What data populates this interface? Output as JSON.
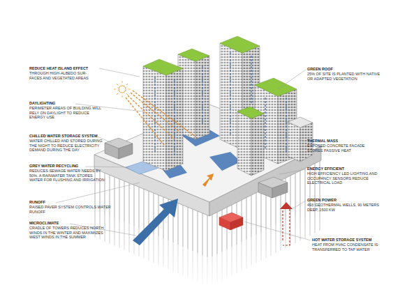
{
  "diagram": {
    "labels": [
      "REDUCE HEAT ISLAND EFFECT",
      "THROUGH HIGH-ALBEDO SUR- FACES AND VEGETATED AREAS",
      "DAYLIGHTING",
      "PERIMETER AREAS OF BUILDING WILL RELY ON DAYLIGHT TO REDUCE ENERGY USE",
      "CHILLED WATER STORAGE SYSTEM",
      "WATER CHILLED AND STORED DURING THE NIGHT TO REDUCE ELECTRICITY DEMAND DURING THE DAY",
      "GREY WATER RECYCLING",
      "REDUCES SEWAGE WATER NEEDS BY 50%. A RAINWATER TANK STORES WATER FOR FLUSHING AND IRRIGATION",
      "RUNOFF",
      "RAISED PAVER SYSTEM CONTROLS WATER RUNOFF",
      "MICROCLIMATE",
      "CRADLE OF TOWERS REDUCES NORTH WINDS IN THE WINTER AND MAXIMIZES WEST WINDS IN THE SUMMER",
      "GREEN ROOF",
      "25% OF SITE IS PLANTED WITH NATIVE OR ADAPTED VEGETATION",
      "THERMAL MASS",
      "EXPOSED CONCRETE FACADE STORES PASSIVE HEAT",
      "ENERGY EFFICIENT",
      "HIGH EFFICIENCY LED LIGHTING AND OCCUPANCY SENSORS REDUCE ELECTRICAL LOAD",
      "GREEN POWER",
      "493 GEOTHERMAL WELLS, 90 METERS DEEP, 1500 KW",
      "HOT WATER STORAGE SYSTEM",
      "HEAT FROM HVAC CONDENSATE IS TRANSFERRED TO TAP WATER"
    ]
  }
}
